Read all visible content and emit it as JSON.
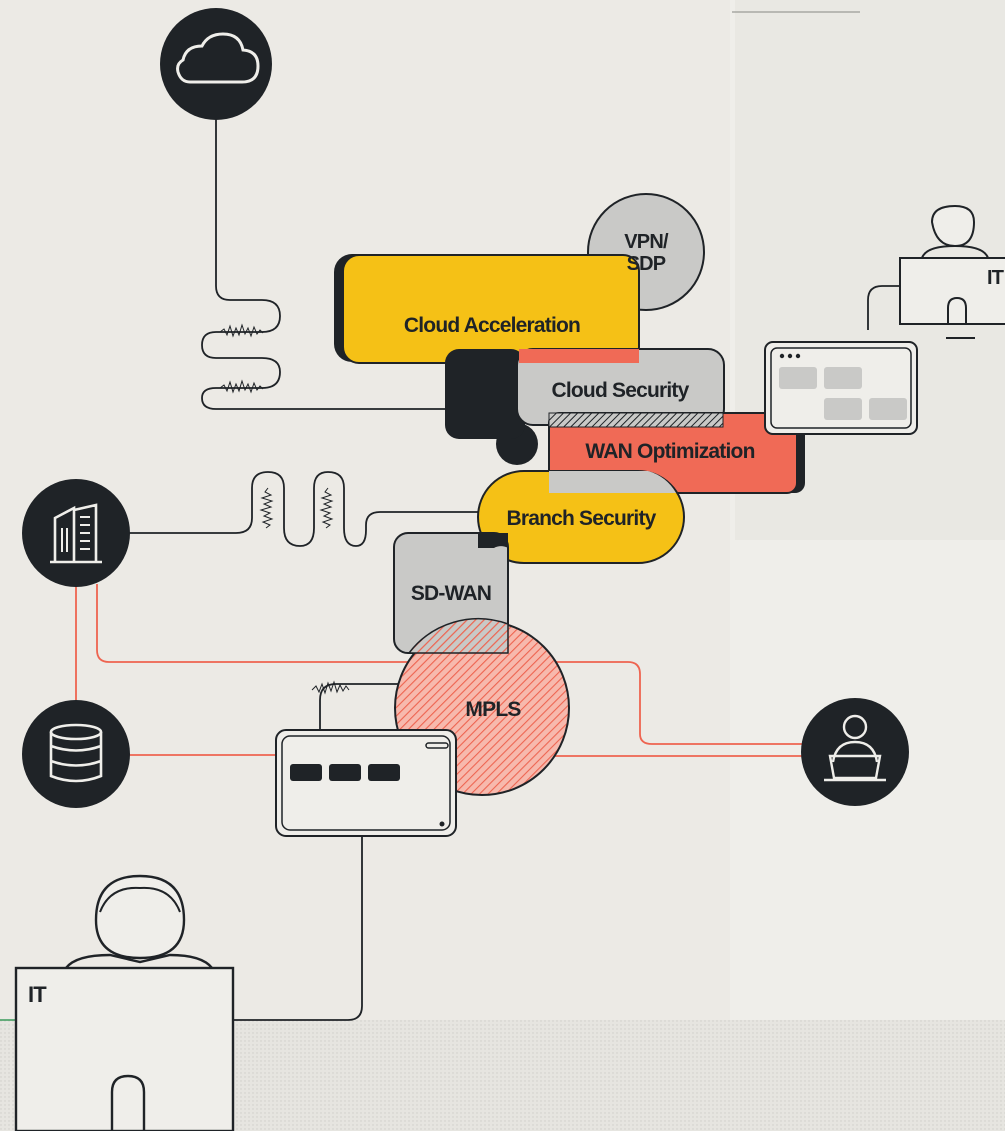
{
  "labels": {
    "vpn_line1": "VPN/",
    "vpn_line2": "SDP",
    "cloud_acceleration": "Cloud Acceleration",
    "cloud_security": "Cloud Security",
    "wan_optimization": "WAN Optimization",
    "branch_security": "Branch Security",
    "sd_wan": "SD-WAN",
    "mpls": "MPLS",
    "it_right": "IT",
    "it_left": "IT"
  },
  "colors": {
    "dark": "#1f2327",
    "yellow": "#f5c116",
    "gray": "#c9c9c7",
    "coral": "#f06a56",
    "background": "#efeeea",
    "line": "#1f2327",
    "red_line": "#ee6450"
  },
  "icons": [
    "cloud-icon",
    "building-icon",
    "database-icon",
    "remote-user-icon",
    "it-user-icon",
    "router-icon",
    "browser-window-icon",
    "signal-wave-icon"
  ]
}
